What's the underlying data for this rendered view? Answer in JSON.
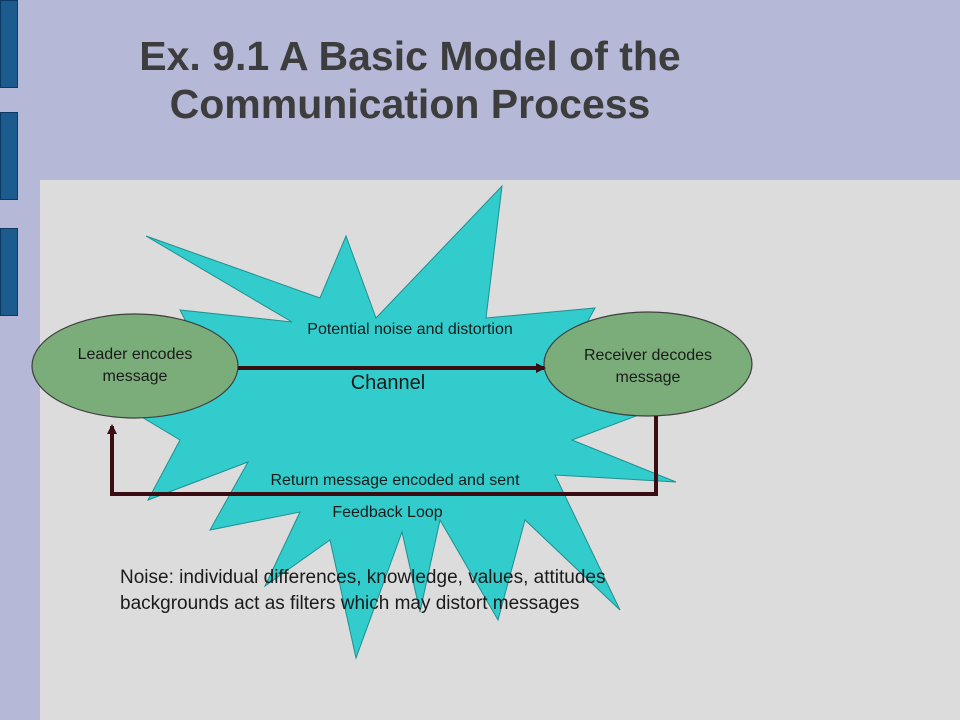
{
  "slide": {
    "title_line1": "Ex. 9.1 A Basic Model of the",
    "title_line2": "Communication Process"
  },
  "diagram": {
    "noise_label": "Potential noise and distortion",
    "sender_line1": "Leader encodes",
    "sender_line2": "message",
    "receiver_line1": "Receiver decodes",
    "receiver_line2": "message",
    "channel_label": "Channel",
    "return_label": "Return message encoded and sent",
    "feedback_label": "Feedback Loop",
    "note_line1": "Noise: individual differences, knowledge, values, attitudes",
    "note_line2": "backgrounds act as filters which may distort messages"
  },
  "colors": {
    "starburst": "#33cccc",
    "oval": "#7bad7b",
    "arrow": "#3a0d12",
    "accent_bar": "#1b5b8e",
    "background": "#b5b9d7",
    "panel": "#dcdcdc"
  },
  "icons": {
    "noise_shape": "starburst",
    "sender_shape": "oval",
    "receiver_shape": "oval"
  }
}
